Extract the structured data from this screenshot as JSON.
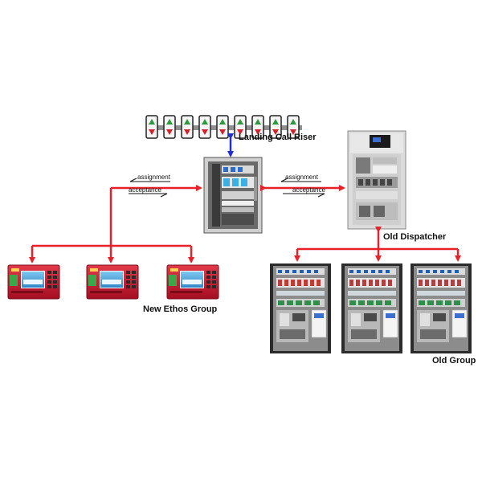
{
  "labels": {
    "landing_call_riser": "Landing Call Riser",
    "old_dispatcher": "Old Dispatcher",
    "new_ethos_group": "New Ethos Group",
    "old_group": "Old Group",
    "assignment": "assignment",
    "acceptance": "acceptance"
  },
  "colors": {
    "connector": "#e8202a",
    "riser_link": "#1e2fd6",
    "call_up": "#2a9a3a",
    "call_down": "#d4202a",
    "controller_red": "#c8102e",
    "screen_blue": "#4aa6e0",
    "cabinet_gray": "#c9c9c9",
    "cabinet_dark": "#3a3a3a"
  },
  "icons": {
    "call_button": "up-down-call-button-icon",
    "controller": "ethos-controller-board",
    "cabinet": "elevator-control-cabinet"
  }
}
